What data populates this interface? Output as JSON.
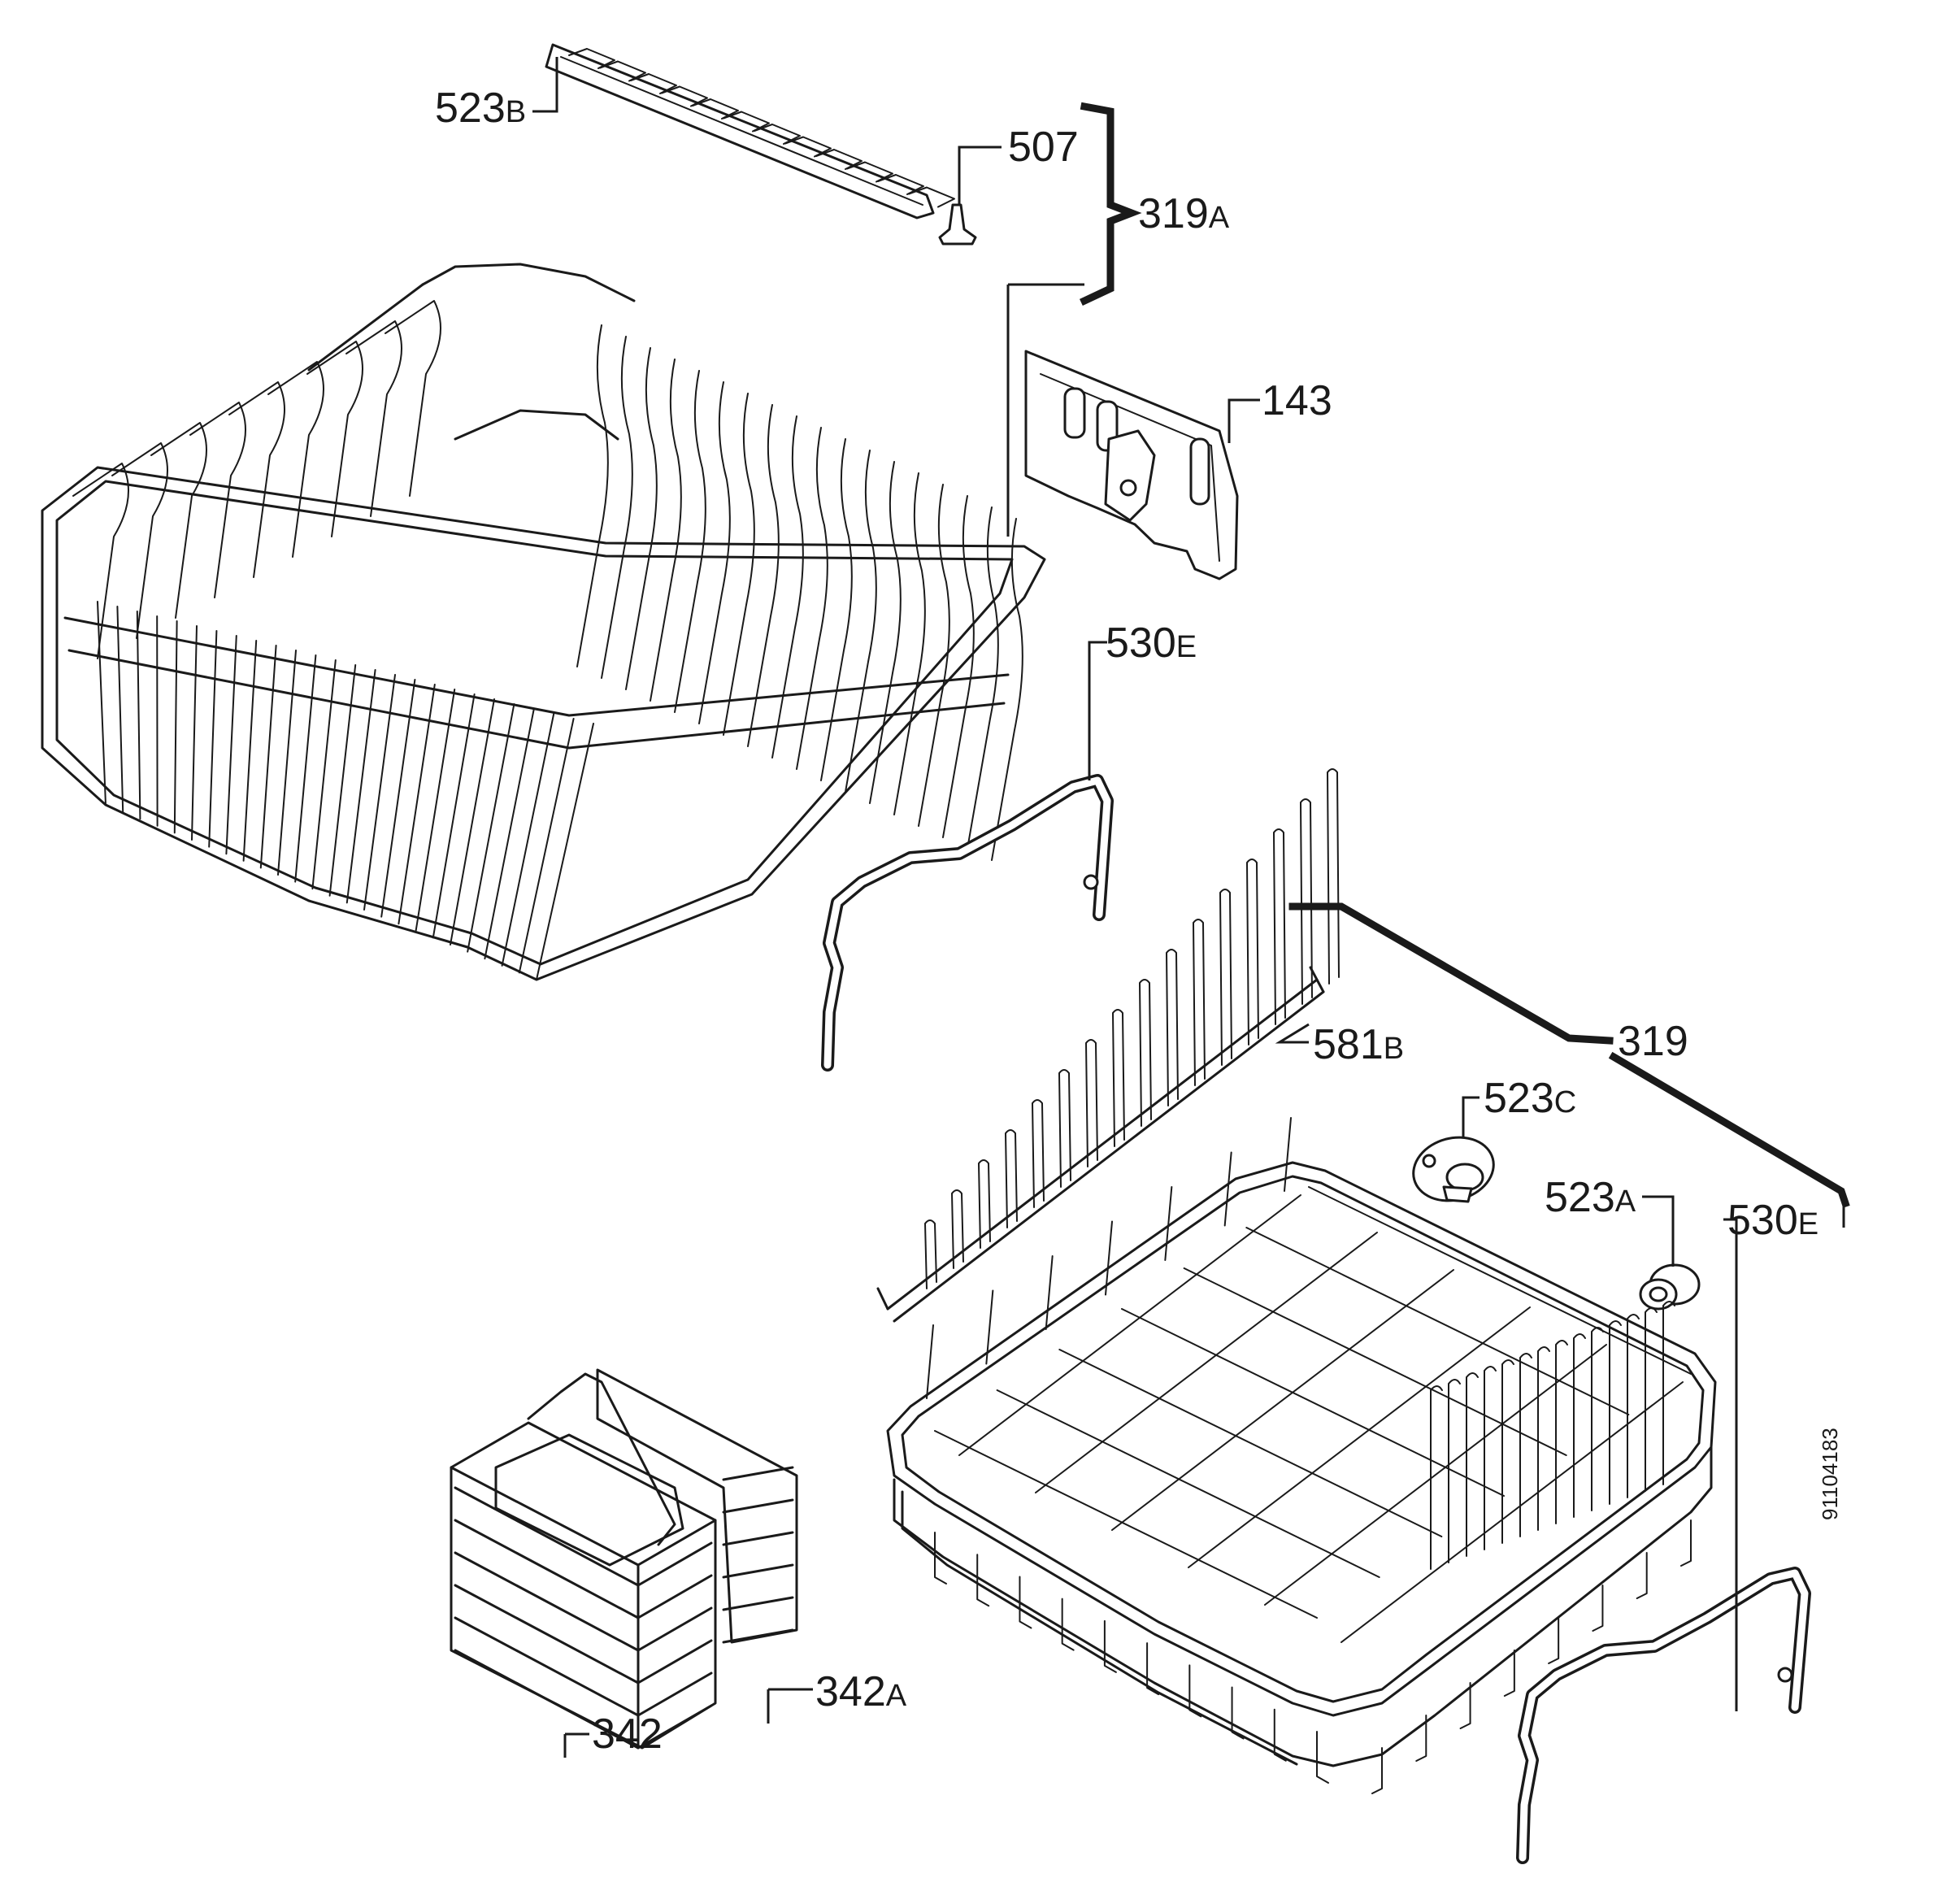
{
  "diagram": {
    "drawing_number": "91104183",
    "parts": [
      {
        "id": "part_523b",
        "number": "523",
        "suffix": "B"
      },
      {
        "id": "part_507",
        "number": "507",
        "suffix": ""
      },
      {
        "id": "part_319a",
        "number": "319",
        "suffix": "A"
      },
      {
        "id": "part_143",
        "number": "143",
        "suffix": ""
      },
      {
        "id": "part_530e_upper",
        "number": "530",
        "suffix": "E"
      },
      {
        "id": "part_319",
        "number": "319",
        "suffix": ""
      },
      {
        "id": "part_581b",
        "number": "581",
        "suffix": "B"
      },
      {
        "id": "part_523c",
        "number": "523",
        "suffix": "C"
      },
      {
        "id": "part_523a",
        "number": "523",
        "suffix": "A"
      },
      {
        "id": "part_530e_lower",
        "number": "530",
        "suffix": "E"
      },
      {
        "id": "part_342a",
        "number": "342",
        "suffix": "A"
      },
      {
        "id": "part_342",
        "number": "342",
        "suffix": ""
      }
    ]
  }
}
